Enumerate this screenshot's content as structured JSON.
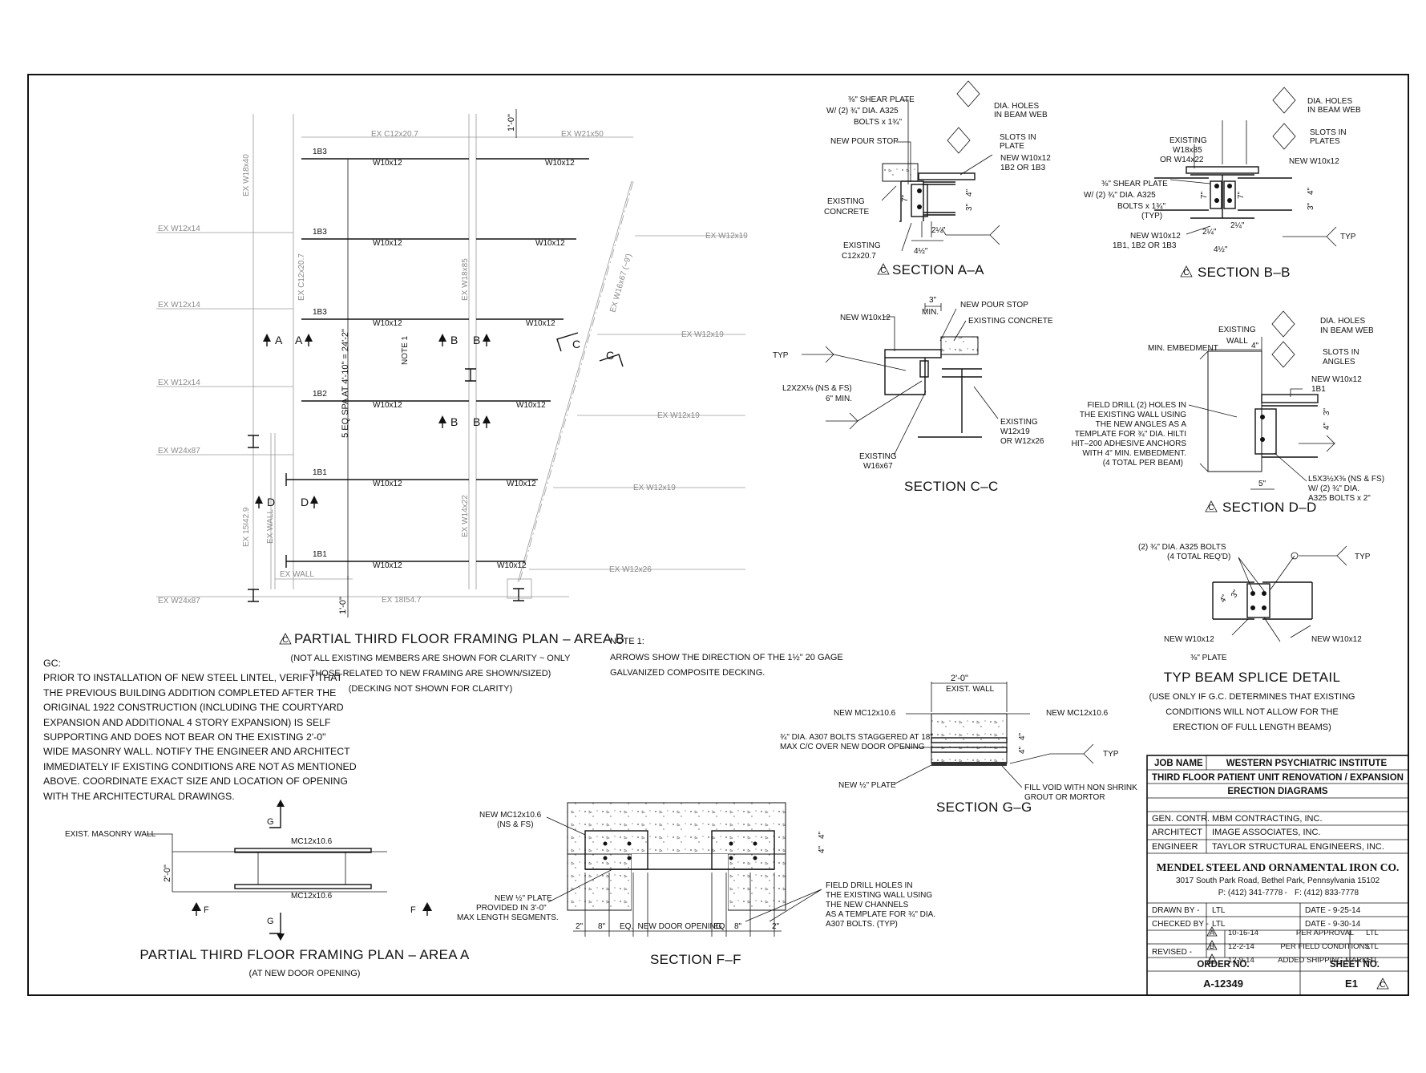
{
  "plan_b": {
    "title": "PARTIAL THIRD FLOOR FRAMING PLAN – AREA B",
    "subtitle_lines": [
      "(NOT ALL EXISTING MEMBERS ARE SHOWN FOR CLARITY ~ ONLY",
      "THOSE RELATED TO NEW FRAMING ARE SHOWN/SIZED)",
      "(DECKING NOT SHOWN FOR CLARITY)"
    ],
    "rows": [
      {
        "mark": "1B3",
        "left": "W10x12",
        "right": "W10x12"
      },
      {
        "mark": "1B3",
        "left": "W10x12",
        "right": "W10x12"
      },
      {
        "mark": "1B3",
        "left": "W10x12",
        "right": "W10x12"
      },
      {
        "mark": "1B2",
        "left": "W10x12",
        "right": "W10x12"
      },
      {
        "mark": "1B1",
        "left": "W10x12",
        "right": "W10x12"
      },
      {
        "mark": "1B1",
        "left": "W10x12",
        "right": "W10x12"
      }
    ],
    "existing_left": [
      "EX W12x14",
      "EX W12x14",
      "EX W12x14",
      "EX W24x87",
      "EX W24x87"
    ],
    "existing_right": [
      "EX W12x19",
      "EX W12x19",
      "EX W12x19",
      "EX W12x19",
      "EX W12x26"
    ],
    "existing_top": [
      "EX C12x20.7",
      "EX W21x50"
    ],
    "existing_vertical": [
      "EX W18x40",
      "EX C12x20.7",
      "EX W18x85",
      "EX W16x67 (~9')",
      "EX W14x22",
      "EX 15I42.9",
      "EX WALL"
    ],
    "ex_wall_h": "EX WALL",
    "ex_bottom": "EX 18I54.7",
    "spacing_dim": "5 EQ SPA AT 4'-10\" = 24'-2\"",
    "note_ref": "NOTE 1",
    "dim_top": "1'-0\"",
    "dim_bottom": "1'-0\"",
    "section_marks": [
      "A",
      "B",
      "C",
      "D"
    ],
    "rev_mark": "C"
  },
  "note1": {
    "heading": "NOTE 1:",
    "lines": [
      "ARROWS SHOW THE DIRECTION OF THE 1½\" 20 GAGE",
      "GALVANIZED COMPOSITE DECKING."
    ]
  },
  "gc_note": {
    "heading": "GC:",
    "lines": [
      "PRIOR TO INSTALLATION OF NEW STEEL LINTEL, VERIFY THAT",
      "THE PREVIOUS BUILDING ADDITION COMPLETED AFTER THE",
      "ORIGINAL 1922 CONSTRUCTION (INCLUDING THE COURTYARD",
      "EXPANSION AND ADDITIONAL 4 STORY EXPANSION) IS SELF",
      "SUPPORTING AND DOES NOT BEAR ON THE EXISTING 2'-0\"",
      "WIDE MASONRY WALL.  NOTIFY THE ENGINEER AND ARCHITECT",
      "IMMEDIATELY IF EXISTING CONDITIONS ARE NOT AS MENTIONED",
      "ABOVE.  COORDINATE EXACT SIZE AND LOCATION OF OPENING",
      "WITH THE ARCHITECTURAL DRAWINGS."
    ]
  },
  "plan_a": {
    "title": "PARTIAL THIRD FLOOR FRAMING PLAN – AREA A",
    "subtitle": "(AT NEW DOOR OPENING)",
    "wall_label": "EXIST. MASONRY WALL",
    "member": "MC12x10.6",
    "dim": "2'-0\"",
    "marks": [
      "G",
      "F"
    ]
  },
  "section_aa": {
    "title": "SECTION A–A",
    "labels": [
      "⅜\" SHEAR PLATE",
      "W/ (2) ¾\" DIA. A325",
      "BOLTS x 1¾\"",
      "NEW POUR STOP",
      "EXISTING",
      "CONCRETE",
      "EXISTING",
      "C12x20.7",
      "DIA. HOLES",
      "IN BEAM WEB",
      "SLOTS IN",
      "PLATE",
      "NEW W10x12",
      "1B2 OR 1B3"
    ],
    "dims": [
      "4\"",
      "3\"",
      "7\"",
      "4½\"",
      "2¼\""
    ],
    "rev": "C"
  },
  "section_bb": {
    "title": "SECTION B–B",
    "labels": [
      "EXISTING",
      "W18x85",
      "OR W14x22",
      "⅜\" SHEAR PLATE",
      "W/ (2) ¾\" DIA. A325",
      "BOLTS x 1¾\"",
      "(TYP)",
      "NEW W10x12",
      "1B1, 1B2 OR 1B3",
      "DIA. HOLES",
      "IN BEAM WEB",
      "SLOTS IN",
      "PLATES",
      "NEW W10x12",
      "TYP"
    ],
    "dims": [
      "7\"",
      "7\"",
      "4\"",
      "3\"",
      "2¼\"",
      "2¼\"",
      "4½\""
    ],
    "rev": "C"
  },
  "section_cc": {
    "title": "SECTION C–C",
    "labels": [
      "NEW W10x12",
      "NEW POUR STOP",
      "EXISTING CONCRETE",
      "TYP",
      "L2X2X⅛ (NS & FS)",
      "6\" MIN.",
      "EXISTING",
      "W12x19",
      "OR W12x26",
      "EXISTING",
      "W16x67"
    ],
    "dims": [
      "3\"",
      "MIN."
    ]
  },
  "section_dd": {
    "title": "SECTION D–D",
    "labels": [
      "EXISTING",
      "WALL",
      "MIN. EMBEDMENT",
      "DIA. HOLES",
      "IN BEAM WEB",
      "SLOTS IN",
      "ANGLES",
      "NEW W10x12",
      "1B1",
      "L5X3½X⅜ (NS & FS)",
      "W/ (2) ¾\" DIA.",
      "A325 BOLTS x 2\""
    ],
    "field_note": [
      "FIELD DRILL (2) HOLES IN",
      "THE EXISTING WALL USING",
      "THE NEW ANGLES AS A",
      "TEMPLATE FOR ¾\" DIA. HILTI",
      "HIT–200 ADHESIVE ANCHORS",
      "WITH 4\" MIN. EMBEDMENT.",
      "(4 TOTAL PER BEAM)"
    ],
    "dims": [
      "4\"",
      "3\"",
      "4\"",
      "5\""
    ],
    "rev": "C"
  },
  "splice": {
    "title": "TYP BEAM SPLICE DETAIL",
    "sub_lines": [
      "(USE ONLY IF G.C. DETERMINES THAT EXISTING",
      "CONDITIONS WILL NOT ALLOW FOR THE",
      "ERECTION OF FULL LENGTH BEAMS)"
    ],
    "labels": [
      "(2) ¾\" DIA. A325 BOLTS",
      "(4 TOTAL REQ'D)",
      "NEW W10x12",
      "NEW W10x12",
      "⅜\" PLATE",
      "TYP"
    ],
    "dims": [
      "4\"",
      "3\""
    ]
  },
  "section_gg": {
    "title": "SECTION G–G",
    "labels": [
      "2'-0\"",
      "EXIST. WALL",
      "NEW MC12x10.6",
      "NEW MC12x10.6",
      "¾\" DIA. A307 BOLTS STAGGERED AT 18\"",
      "MAX C/C OVER NEW DOOR OPENING",
      "NEW ½\" PLATE",
      "FILL VOID WITH NON SHRINK",
      "GROUT OR MORTOR",
      "TYP"
    ],
    "dims": [
      "4\"",
      "4\""
    ]
  },
  "section_ff": {
    "title": "SECTION F–F",
    "labels": [
      "NEW MC12x10.6",
      "(NS & FS)",
      "NEW ½\" PLATE",
      "PROVIDED IN 3'-0\"",
      "MAX LENGTH SEGMENTS.",
      "FIELD DRILL HOLES IN",
      "THE EXISTING WALL USING",
      "THE NEW CHANNELS",
      "AS A TEMPLATE FOR ¾\" DIA.",
      "A307 BOLTS. (TYP)"
    ],
    "dims": [
      "2\"",
      "8\"",
      "EQ.",
      "NEW DOOR OPENING",
      "EQ.",
      "8\"",
      "2\"",
      "4\"",
      "4\""
    ]
  },
  "title_block": {
    "job_name_label": "JOB NAME",
    "job_name": "WESTERN PSYCHIATRIC INSTITUTE",
    "project": "THIRD FLOOR PATIENT UNIT RENOVATION / EXPANSION",
    "drawing": "ERECTION DIAGRAMS",
    "gen_contr_label": "GEN. CONTR.",
    "gen_contr": "MBM CONTRACTING, INC.",
    "architect_label": "ARCHITECT",
    "architect": "IMAGE ASSOCIATES, INC.",
    "engineer_label": "ENGINEER",
    "engineer": "TAYLOR STRUCTURAL ENGINEERS, INC.",
    "company": "MENDEL STEEL AND ORNAMENTAL IRON CO.",
    "address": "3017 South Park Road, Bethel Park, Pennsylvania 15102",
    "phone": "P: (412) 341-7778",
    "sep": "-",
    "fax": "F: (412) 833-7778",
    "drawn_by_label": "DRAWN BY -",
    "drawn_by": "LTL",
    "drawn_date": "DATE - 9-25-14",
    "checked_by_label": "CHECKED BY -",
    "checked_by": "LTL",
    "checked_date": "DATE - 9-30-14",
    "revised_label": "REVISED -",
    "revisions": [
      {
        "mark": "A",
        "date": "10-16-14",
        "desc": "PER APPROVAL",
        "by": "LTL"
      },
      {
        "mark": "B",
        "date": "12-2-14",
        "desc": "PER FIELD CONDITIONS",
        "by": "LTL"
      },
      {
        "mark": "C",
        "date": "12-9-14",
        "desc": "ADDED SHIPPING MARKS",
        "by": "LTL"
      }
    ],
    "order_label": "ORDER NO.",
    "sheet_label": "SHEET NO.",
    "order_no": "A-12349",
    "sheet_no": "E1",
    "sheet_rev": "C"
  }
}
